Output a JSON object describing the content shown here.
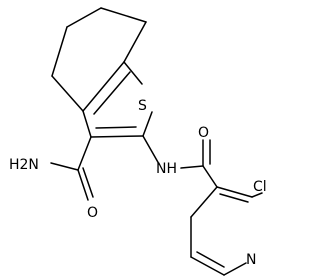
{
  "atoms": {
    "s": "S",
    "nh": "NH",
    "h2n": "H2N",
    "o_amide": "O",
    "o_nicotinamide": "O",
    "cl": "Cl",
    "n_pyridine": "N"
  }
}
